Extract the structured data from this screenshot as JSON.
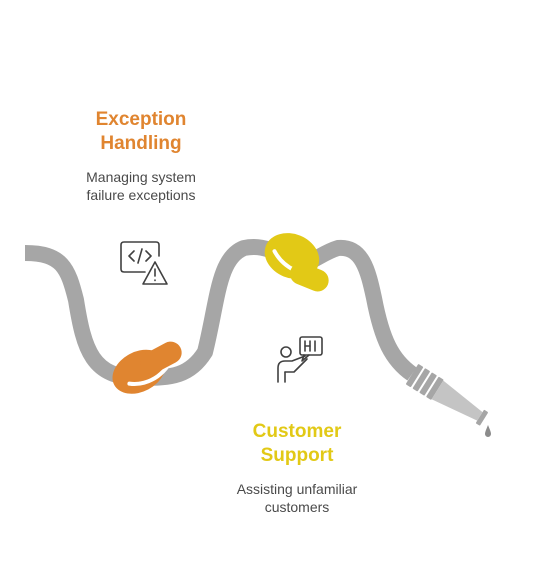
{
  "colors": {
    "hose": "#a6a6a6",
    "hose_light": "#c4c4c4",
    "exception_accent": "#e08530",
    "support_accent": "#e2c916",
    "icon_stroke": "#404040",
    "drip": "#8c8c8c"
  },
  "stages": [
    {
      "id": "exception-handling",
      "title": "Exception\nHandling",
      "description": "Managing system\nfailure exceptions",
      "icon": "code-warning-icon"
    },
    {
      "id": "customer-support",
      "title": "Customer\nSupport",
      "description": "Assisting unfamiliar\ncustomers",
      "icon": "presenter-speech-icon",
      "icon_text": "HI"
    }
  ]
}
